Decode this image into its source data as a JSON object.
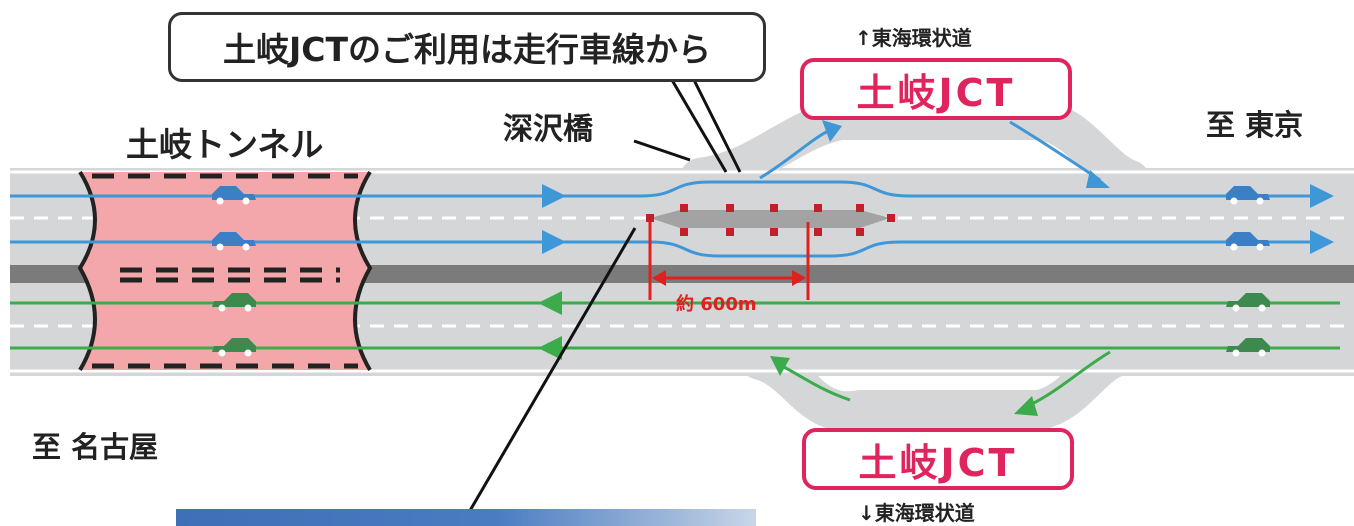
{
  "labels": {
    "notice": "土岐JCTのご利用は走行車線から",
    "tunnel": "土岐トンネル",
    "bridge": "深沢橋",
    "destination_east": "至 東京",
    "destination_west": "至 名古屋",
    "junction_top": "土岐JCT",
    "junction_bottom": "土岐JCT",
    "expressway_top": "↑東海環状道",
    "expressway_bottom": "↓東海環状道",
    "distance": "約 600m"
  },
  "colors": {
    "road": "#d5d6d8",
    "median": "#7b7b7b",
    "tunnel": "#f4a7aa",
    "eastbound_route": "#3f97d8",
    "westbound_route": "#3bab4b",
    "junction_sign": "#e0245e",
    "construction_marker": "#c21f2d"
  },
  "icons": {
    "car_eastbound": "car-icon-blue",
    "car_westbound": "car-icon-green"
  }
}
